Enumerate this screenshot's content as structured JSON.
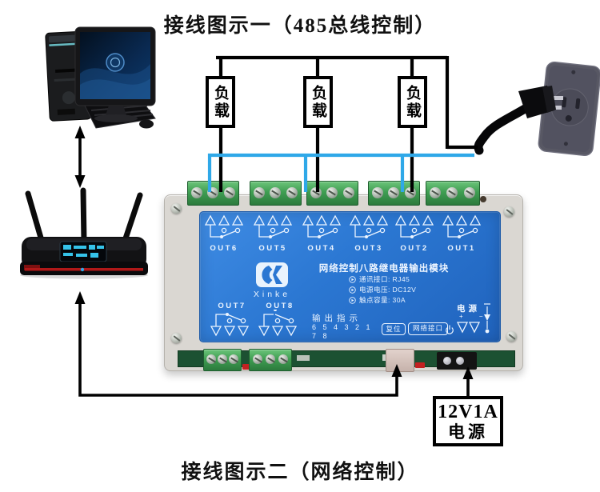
{
  "titles": {
    "top": "接线图示一（485总线控制）",
    "bottom": "接线图示二（网络控制）"
  },
  "loads": {
    "labels": [
      "负载",
      "负载",
      "负载"
    ]
  },
  "psu": {
    "line1": "12V1A",
    "line2": "电源"
  },
  "board": {
    "brand": {
      "icon": "xinke-k-logo",
      "name": "Xinke"
    },
    "title": "网络控制八路继电器输出模块",
    "specs": [
      "通讯接口: RJ45",
      "电源电压: DC12V",
      "触点容量: 30A"
    ],
    "outputs_top": [
      "OUT6",
      "OUT5",
      "OUT4",
      "OUT3",
      "OUT2",
      "OUT1"
    ],
    "outputs_bottom": [
      "OUT7",
      "OUT8"
    ],
    "indicator": {
      "label": "输出指示",
      "row1": "6 5 4 3 2 1",
      "row2": "7 8"
    },
    "reset_label": "复位",
    "network_label": "网络接口",
    "power": {
      "label": "电源",
      "plus_minus": "+ −"
    }
  },
  "devices": {
    "computer": "hp-desktop-computer",
    "router": "wireless-router",
    "outlet": "wall-outlet-with-plug"
  },
  "colors": {
    "panel_blue": "#2b77d2",
    "wire_blue": "#2fa8e8",
    "wire_black": "#000000",
    "terminal_green": "#3f9e52",
    "case_gray": "#dad7d2"
  }
}
